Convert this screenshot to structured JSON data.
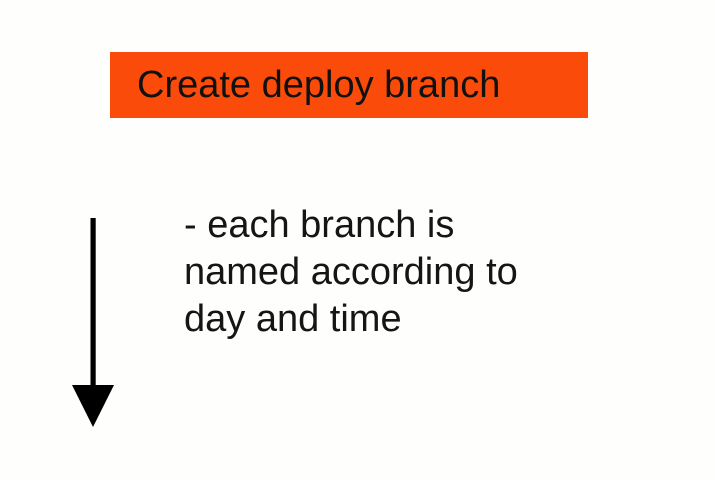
{
  "slide": {
    "background_color": "#fefefc",
    "title": {
      "text": "Create deploy branch",
      "banner_color": "#fa4b0a",
      "text_color": "#111111"
    },
    "arrow": {
      "icon": "arrow-down-icon",
      "direction": "down",
      "color": "#000000"
    },
    "body": {
      "lines": [
        "- each branch is",
        "named according to",
        "day and time"
      ],
      "text_color": "#151515"
    }
  }
}
